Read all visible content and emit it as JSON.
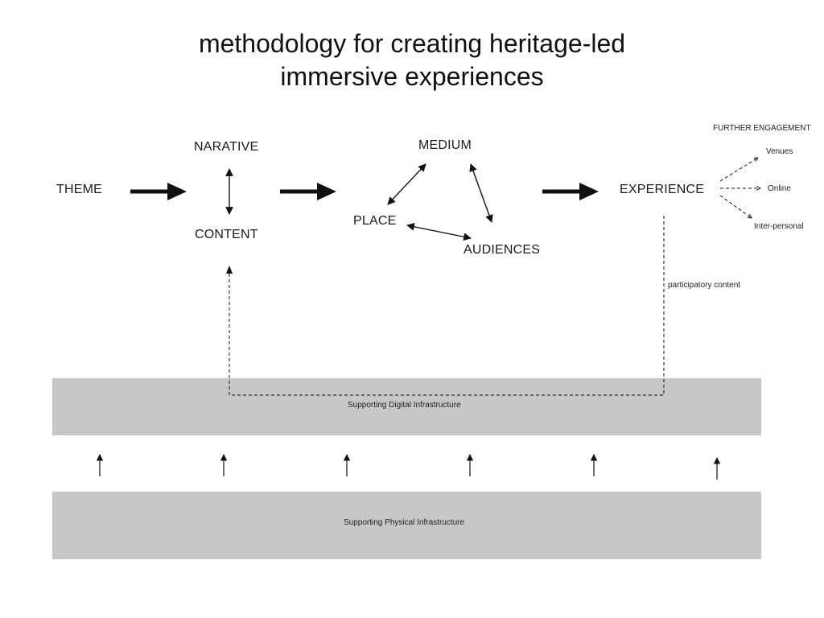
{
  "title": {
    "line1": "methodology for creating heritage-led",
    "line2": "immersive experiences"
  },
  "nodes": {
    "theme": "THEME",
    "narative": "NARATIVE",
    "content": "CONTENT",
    "medium": "MEDIUM",
    "place": "PLACE",
    "audiences": "AUDIENCES",
    "experience": "EXPERIENCE"
  },
  "further_engagement": {
    "heading": "FURTHER ENGAGEMENT",
    "items": [
      "Venues",
      "Online",
      "Inter-personal"
    ]
  },
  "participatory_content": "participatory content",
  "bands": {
    "digital": "Supporting Digital Infrastructure",
    "physical": "Supporting Physical Infrastructure"
  },
  "colors": {
    "band": "#c8c7c7",
    "ink": "#111111"
  }
}
